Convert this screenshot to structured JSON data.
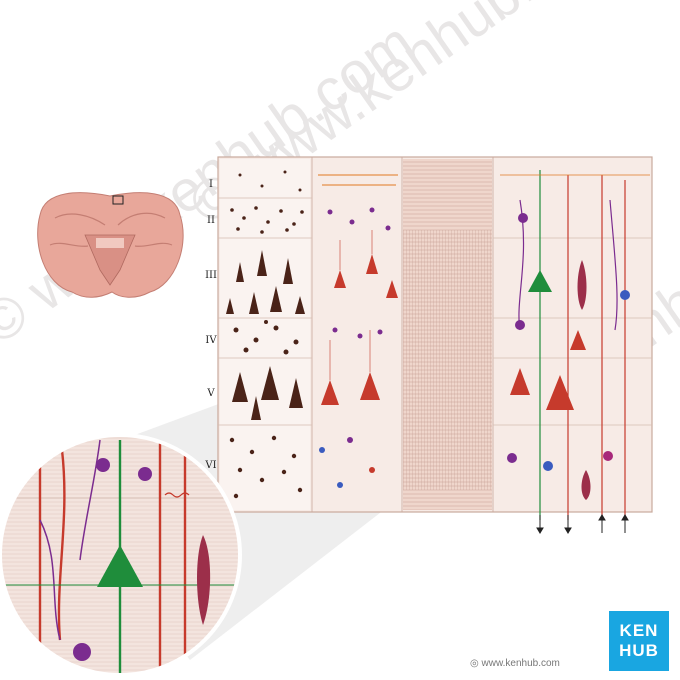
{
  "watermark": "© www.kenhub.com",
  "layers": [
    "I",
    "II",
    "III",
    "IV",
    "V",
    "VI"
  ],
  "logo": {
    "line1": "KEN",
    "line2": "HUB"
  },
  "footer": {
    "site": "www.kenhub.com"
  },
  "colors": {
    "panel_bg": "#f7ebe6",
    "panel_border": "#c9a99c",
    "cell_body": "#4a2318",
    "pyramidal_red": "#c63a2c",
    "green_neuron": "#1f8d3b",
    "purple_neuron": "#7b2c8f",
    "blue_neuron": "#3a5bbf",
    "orange_fiber": "#e07a23",
    "logo_bg": "#19a6e1"
  }
}
